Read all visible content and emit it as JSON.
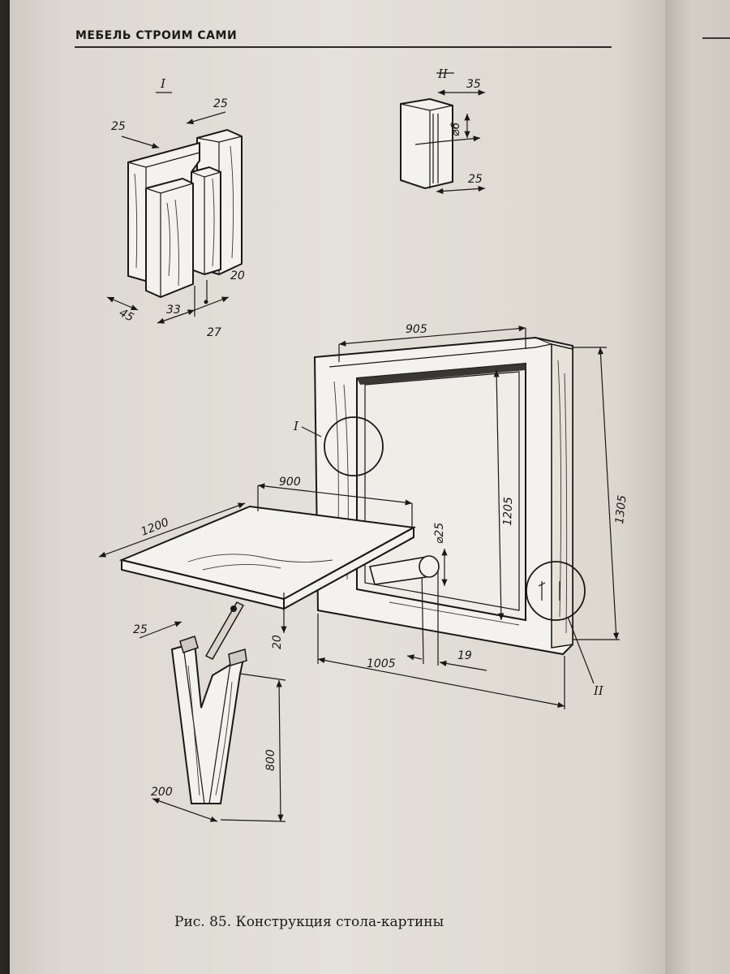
{
  "header": {
    "running_title": "МЕБЕЛЬ СТРОИМ САМИ"
  },
  "caption": "Рис. 85. Конструкция стола-картины",
  "detail_labels": {
    "detail_1": "I",
    "detail_2": "II"
  },
  "dimensions": {
    "d1_left_thickness": "25",
    "d1_top_thickness": "25",
    "d1_depth": "45",
    "d1_width_33": "33",
    "d1_width_27": "27",
    "d1_width_20": "20",
    "d2_width": "35",
    "d2_hole": "⌀6",
    "d2_bottom": "25",
    "frame_width": "905",
    "frame_height": "1305",
    "inner_height": "1205",
    "table_depth": "900",
    "table_length": "1200",
    "rod_diameter": "⌀25",
    "top_thickness": "20",
    "frame_overall": "1005",
    "rod_offset": "19",
    "leg_thickness": "25",
    "leg_height": "800",
    "leg_width": "200"
  }
}
